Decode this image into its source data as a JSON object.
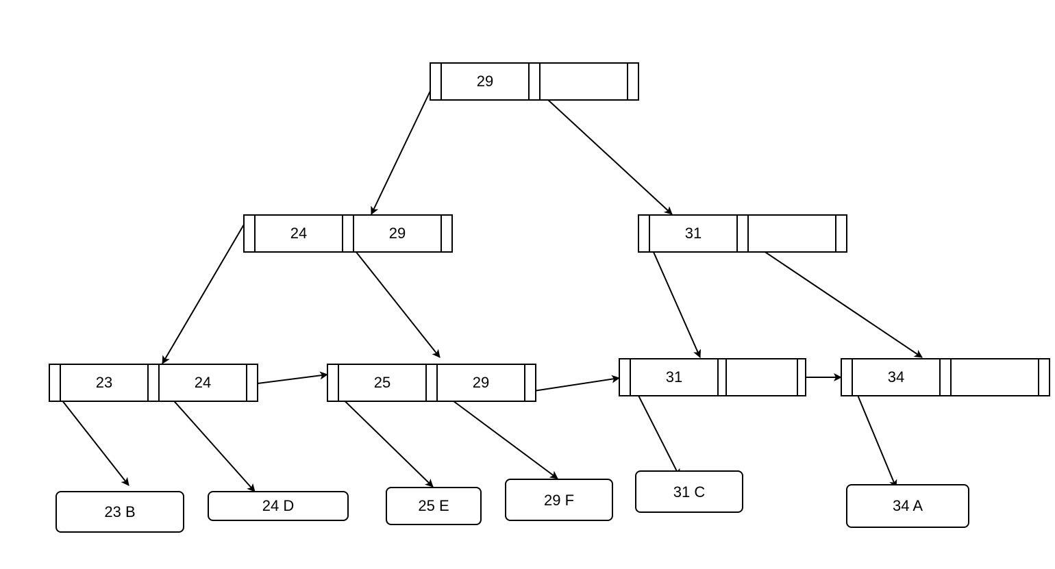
{
  "diagram": {
    "root": {
      "keys": [
        "29",
        ""
      ]
    },
    "level1_left": {
      "keys": [
        "24",
        "29"
      ]
    },
    "level1_right": {
      "keys": [
        "31",
        ""
      ]
    },
    "level2_node_1": {
      "keys": [
        "23",
        "24"
      ]
    },
    "level2_node_2": {
      "keys": [
        "25",
        "29"
      ]
    },
    "level2_node_3": {
      "keys": [
        "31",
        ""
      ]
    },
    "level2_node_4": {
      "keys": [
        "34",
        ""
      ]
    },
    "records": [
      "23 B",
      "24 D",
      "25 E",
      "29 F",
      "31 C",
      "34 A"
    ]
  }
}
